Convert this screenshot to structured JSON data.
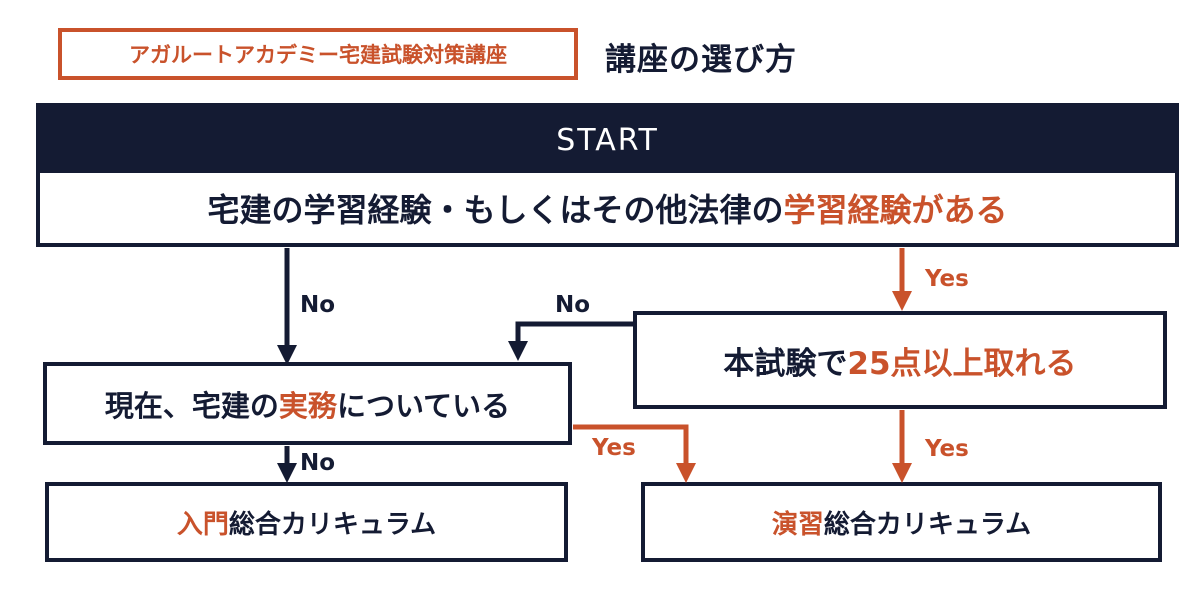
{
  "tag": {
    "label": "アガルートアカデミー宅建試験対策講座"
  },
  "heading": {
    "title": "講座の選び方"
  },
  "start": {
    "label": "START"
  },
  "q1": {
    "pre": "宅建の学習経験・もしくはその他法律の",
    "hl": "学習経験",
    "post": "がある"
  },
  "q2": {
    "pre": "本試験で",
    "hl": "25点以上取れる",
    "post": ""
  },
  "q3": {
    "pre": "現在、宅建の",
    "hl": "実務",
    "post": "についている"
  },
  "r1": {
    "hl": "入門",
    "post": "総合カリキュラム"
  },
  "r2": {
    "hl": "演習",
    "post": "総合カリキュラム"
  },
  "labels": {
    "q1_no": "No",
    "q1_yes": "Yes",
    "q2_no": "No",
    "q2_yes": "Yes",
    "q3_no": "No",
    "q3_yes": "Yes"
  },
  "colors": {
    "navy": "#141b33",
    "orange": "#c9522b",
    "background": "#ffffff"
  }
}
